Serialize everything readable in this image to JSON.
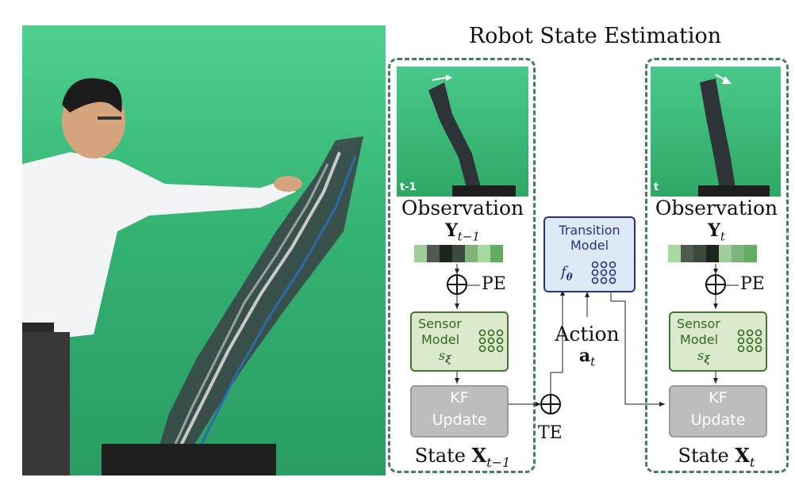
{
  "title": "Robot State Estimation",
  "left_panel": {
    "frame_label": "t-1",
    "observation_label": "Observation",
    "observation_symbol": "Y",
    "observation_subscript": "t−1",
    "pe_label": "PE",
    "sensor_model": {
      "line1": "Sensor",
      "line2": "Model",
      "symbol": "s",
      "subscript": "ξ"
    },
    "kf": {
      "line1": "KF",
      "line2": "Update"
    },
    "state_label": "State",
    "state_symbol": "X",
    "state_subscript": "t−1"
  },
  "right_panel": {
    "frame_label": "t",
    "observation_label": "Observation",
    "observation_symbol": "Y",
    "observation_subscript": "t",
    "pe_label": "PE",
    "sensor_model": {
      "line1": "Sensor",
      "line2": "Model",
      "symbol": "s",
      "subscript": "ξ"
    },
    "kf": {
      "line1": "KF",
      "line2": "Update"
    },
    "state_label": "State",
    "state_symbol": "X",
    "state_subscript": "t"
  },
  "transition_model": {
    "line1": "Transition",
    "line2": "Model",
    "symbol": "f",
    "subscript": "θ"
  },
  "action": {
    "label": "Action",
    "symbol": "a",
    "subscript": "t"
  },
  "te_label": "TE",
  "colors": {
    "dashed_border": "#3f7f59",
    "sensor_fill": "#dbeacc",
    "sensor_border": "#3d7a2c",
    "transition_fill": "#dde9f5",
    "transition_border": "#27318d",
    "kf_fill": "#bdbdbd"
  }
}
